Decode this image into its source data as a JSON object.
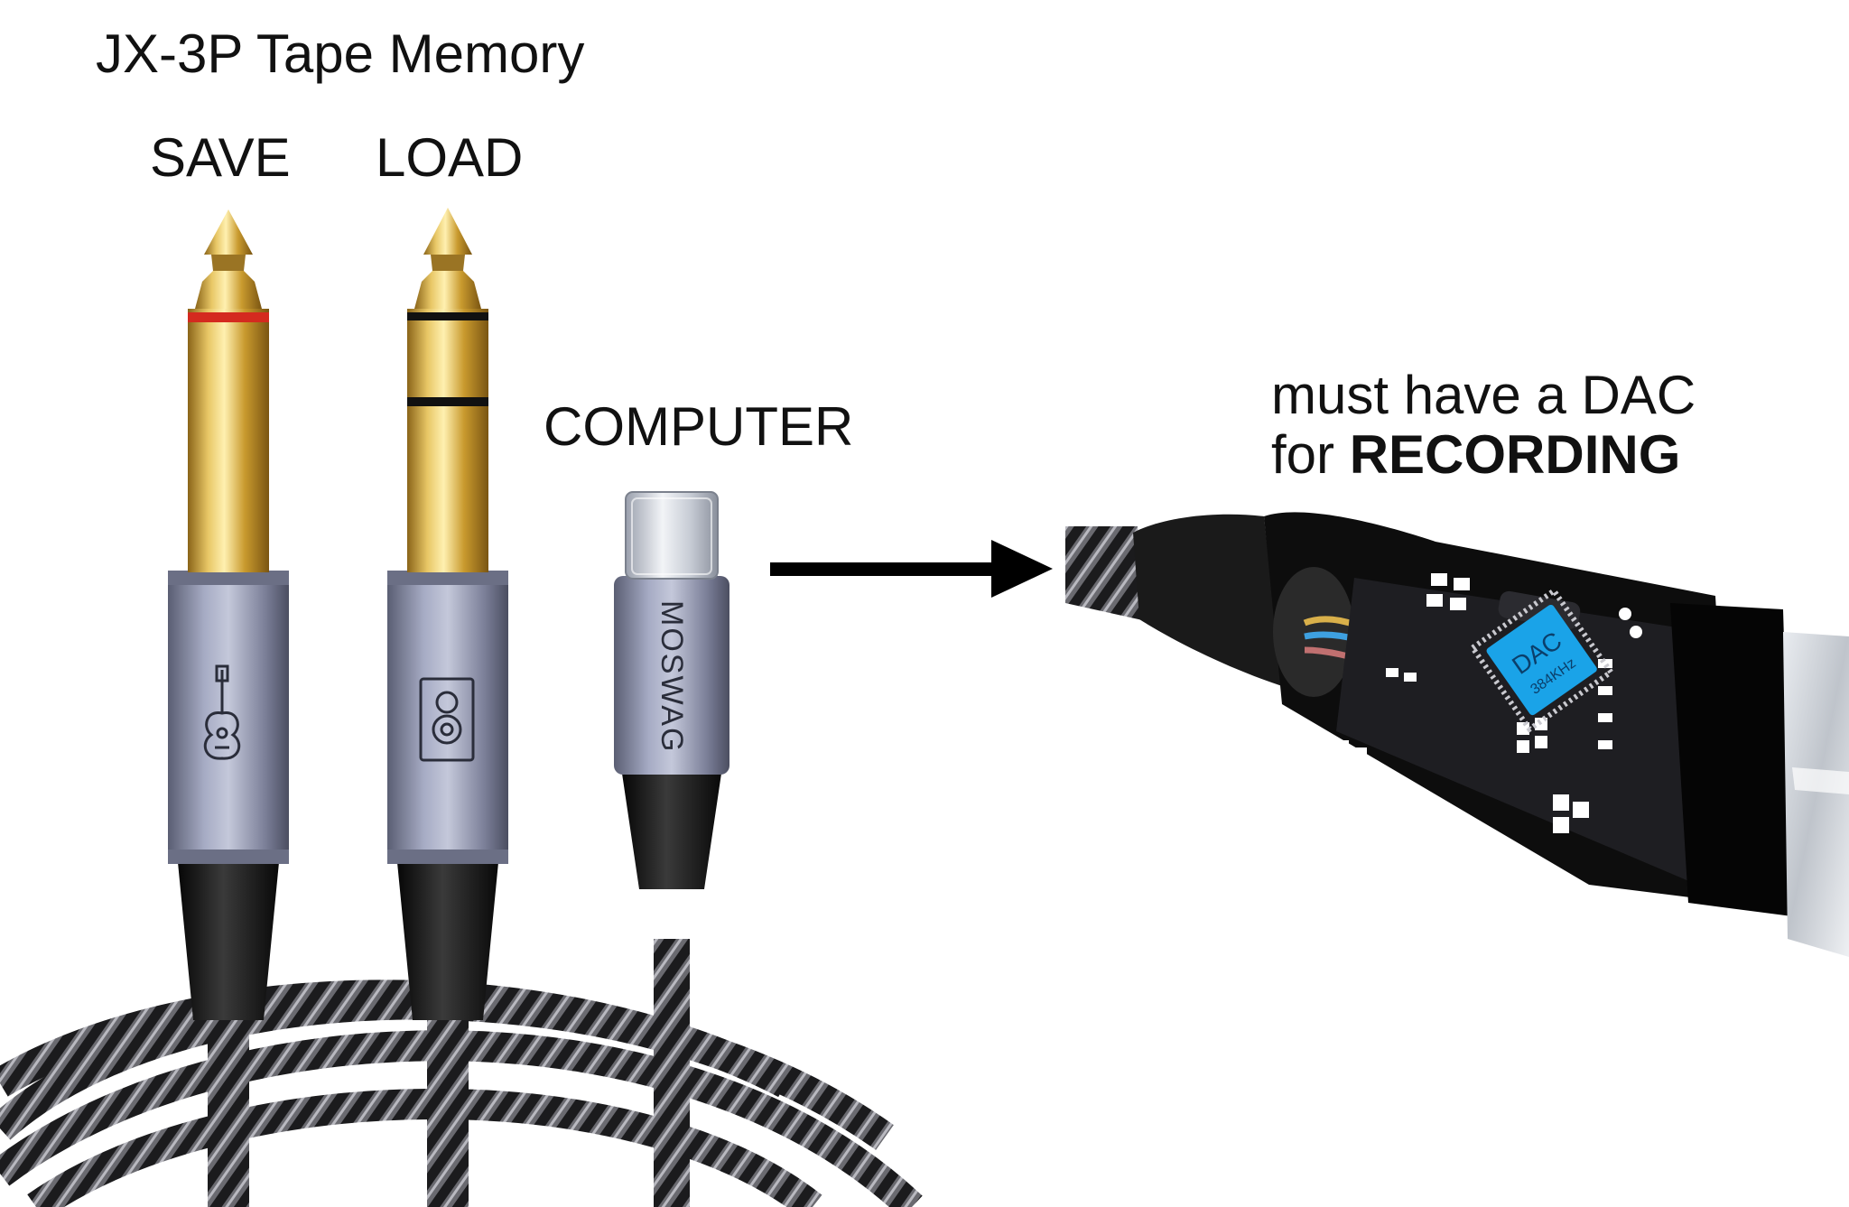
{
  "header": {
    "title": "JX-3P Tape Memory"
  },
  "plugs": {
    "save_label": "SAVE",
    "load_label": "LOAD",
    "computer_label": "COMPUTER",
    "usb_brand": "MOSWAG"
  },
  "dac_note": {
    "line1": "must have a DAC",
    "line2_prefix": "for ",
    "line2_bold": "RECORDING",
    "chip_label": "DAC",
    "chip_sublabel": "384KHz"
  },
  "colors": {
    "gold": "#d8b24a",
    "red_ring": "#d42a1f",
    "sleeve": "#8e93ad",
    "arrow": "#000000",
    "chip": "#1aa3e8"
  },
  "icons": [
    "guitar-icon",
    "speaker-icon"
  ]
}
